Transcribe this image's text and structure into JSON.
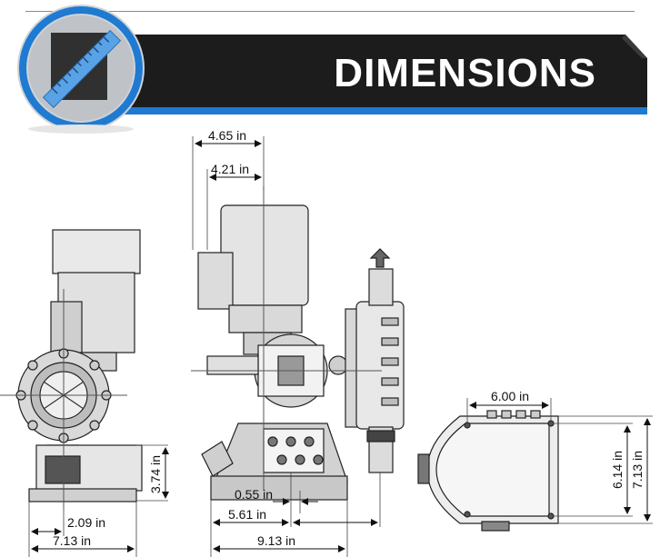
{
  "header": {
    "title": "DIMENSIONS",
    "badge_icon": "ruler-icon",
    "colors": {
      "banner": "#1c1c1c",
      "accent_blue": "#1f7ad1",
      "badge_square": "#303030"
    }
  },
  "dimensions": {
    "top_width_outer": "4.65 in",
    "top_width_inner": "4.21 in",
    "side_height": "3.74 in",
    "left_inner_width": "2.09 in",
    "left_outer_width": "7.13 in",
    "center_offset_small": "0.55 in",
    "center_offset": "5.61 in",
    "center_total_width": "9.13 in",
    "right_top_width": "6.00 in",
    "right_inner_height": "6.14 in",
    "right_outer_height": "7.13 in"
  }
}
